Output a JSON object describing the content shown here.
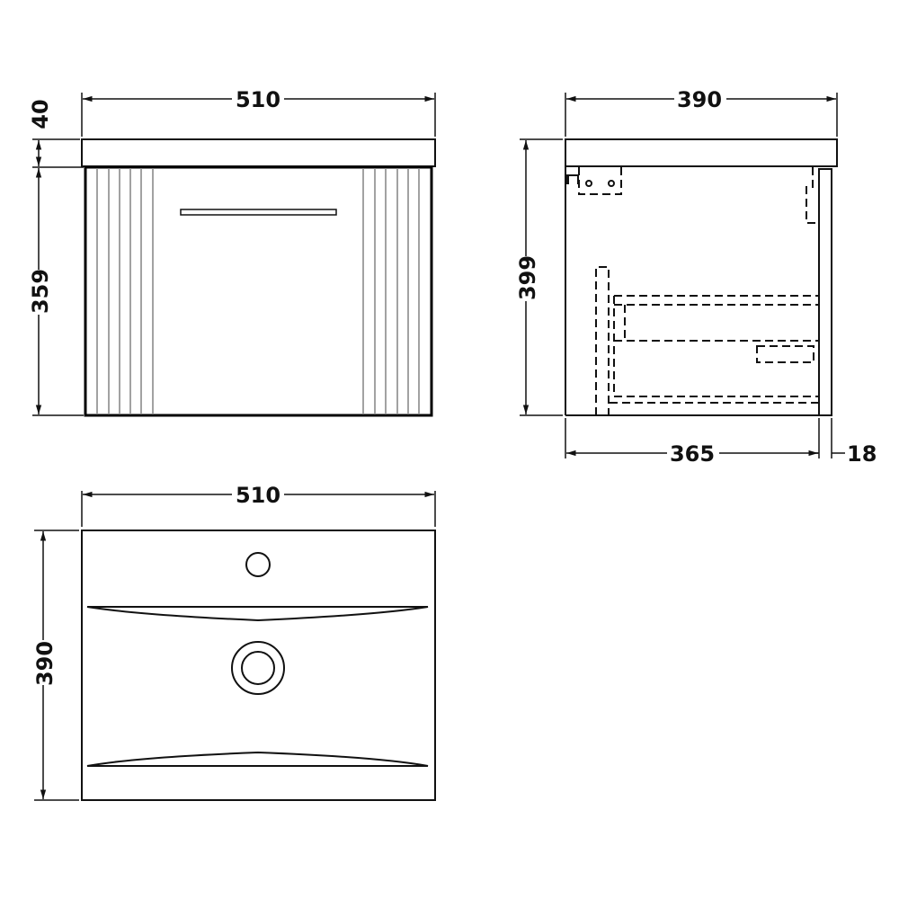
{
  "drawing": {
    "type": "technical-dimension-drawing",
    "units": "mm",
    "views": {
      "front": {
        "label": "front-elevation",
        "width_label": "510",
        "top_thickness_label": "40",
        "cabinet_height_label": "359",
        "fluted_grooves_per_side": 6,
        "handle": "horizontal-bar-handle"
      },
      "side": {
        "label": "side-elevation",
        "depth_label": "390",
        "height_label": "399",
        "carcass_depth_label": "365",
        "door_thickness_label": "18"
      },
      "top": {
        "label": "plan-view-basin",
        "width_label": "510",
        "depth_label": "390",
        "features": [
          "tap-hole",
          "waste-outlet",
          "front-curved-edge",
          "rear-curved-edge"
        ]
      }
    },
    "colors": {
      "line": "#111111",
      "groove": "#8a8a8a",
      "background": "#ffffff"
    }
  }
}
